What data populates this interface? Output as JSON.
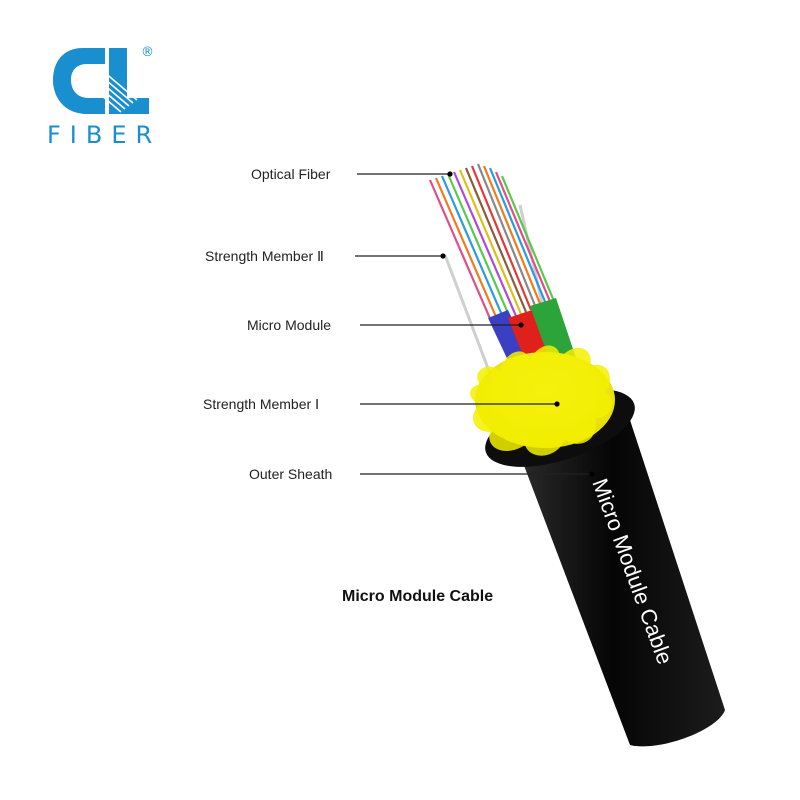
{
  "brand": {
    "name": "FIBER",
    "registered_mark": "®",
    "color": "#1a8fd0"
  },
  "labels": {
    "optical_fiber": "Optical Fiber",
    "strength_member_2": "Strength Member Ⅱ",
    "micro_module": "Micro Module",
    "strength_member_1": "Strength Member Ⅰ",
    "outer_sheath": "Outer Sheath"
  },
  "cable_print": "Micro Module Cable",
  "caption": "Micro Module Cable",
  "colors": {
    "sheath": "#0b0b0b",
    "aramid": "#f3f000",
    "module_blue": "#3a3fc4",
    "module_red": "#e0201b",
    "module_green": "#2ca43a"
  }
}
